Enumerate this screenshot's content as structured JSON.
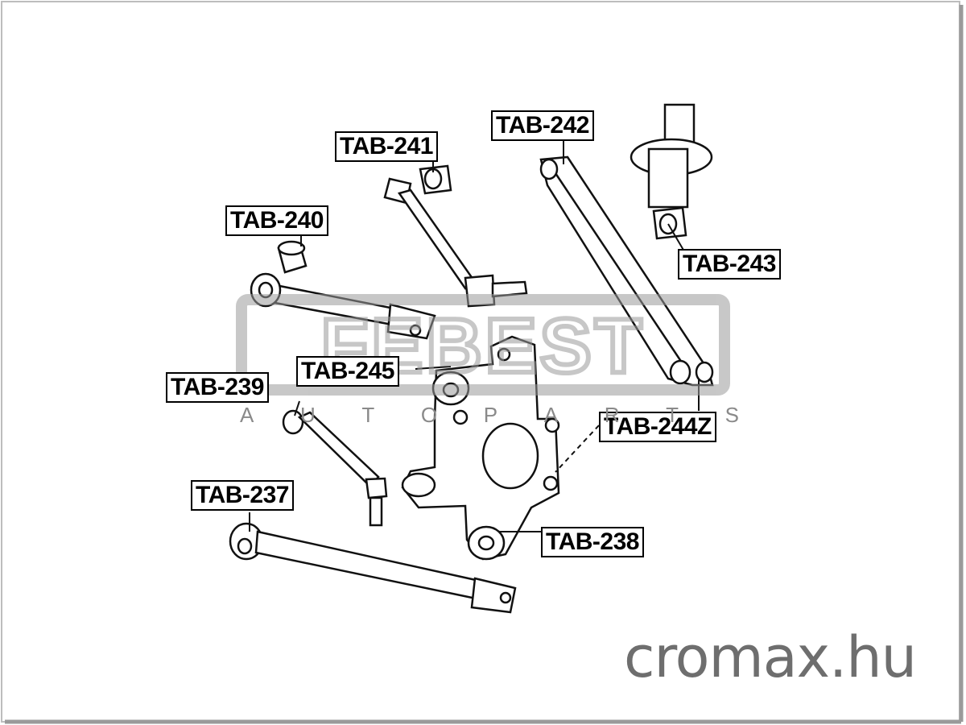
{
  "labels": {
    "tab_237": "TAB-237",
    "tab_238": "TAB-238",
    "tab_239": "TAB-239",
    "tab_240": "TAB-240",
    "tab_241": "TAB-241",
    "tab_242": "TAB-242",
    "tab_243": "TAB-243",
    "tab_244z": "TAB-244Z",
    "tab_245": "TAB-245"
  },
  "watermark": {
    "brand": "FEBEST",
    "tagline_letters": [
      "A",
      "U",
      "T",
      "O",
      "P",
      "A",
      "R",
      "T",
      "S"
    ]
  },
  "site_credit": "cromax.hu",
  "colors": {
    "watermark": "#9a9a9a",
    "credit": "#6e6e6e",
    "line_art": "#111111"
  }
}
